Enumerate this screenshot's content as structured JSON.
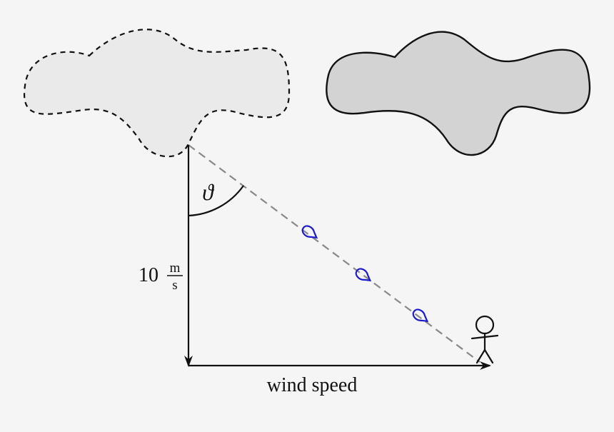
{
  "diagram": {
    "angle_symbol": "ϑ",
    "vertical_label": {
      "value": "10",
      "unit_numerator": "m",
      "unit_denominator": "s"
    },
    "horizontal_label": "wind speed"
  },
  "colors": {
    "background": "#f5f5f5",
    "cloud_dashed_fill": "#eaeaea",
    "cloud_solid_fill": "#d3d3d3",
    "outline": "#111111",
    "rain_path": "#888888",
    "raindrop": "#1a1acc"
  },
  "icons": {
    "figure": "stick-figure-icon",
    "drop": "raindrop-icon"
  }
}
